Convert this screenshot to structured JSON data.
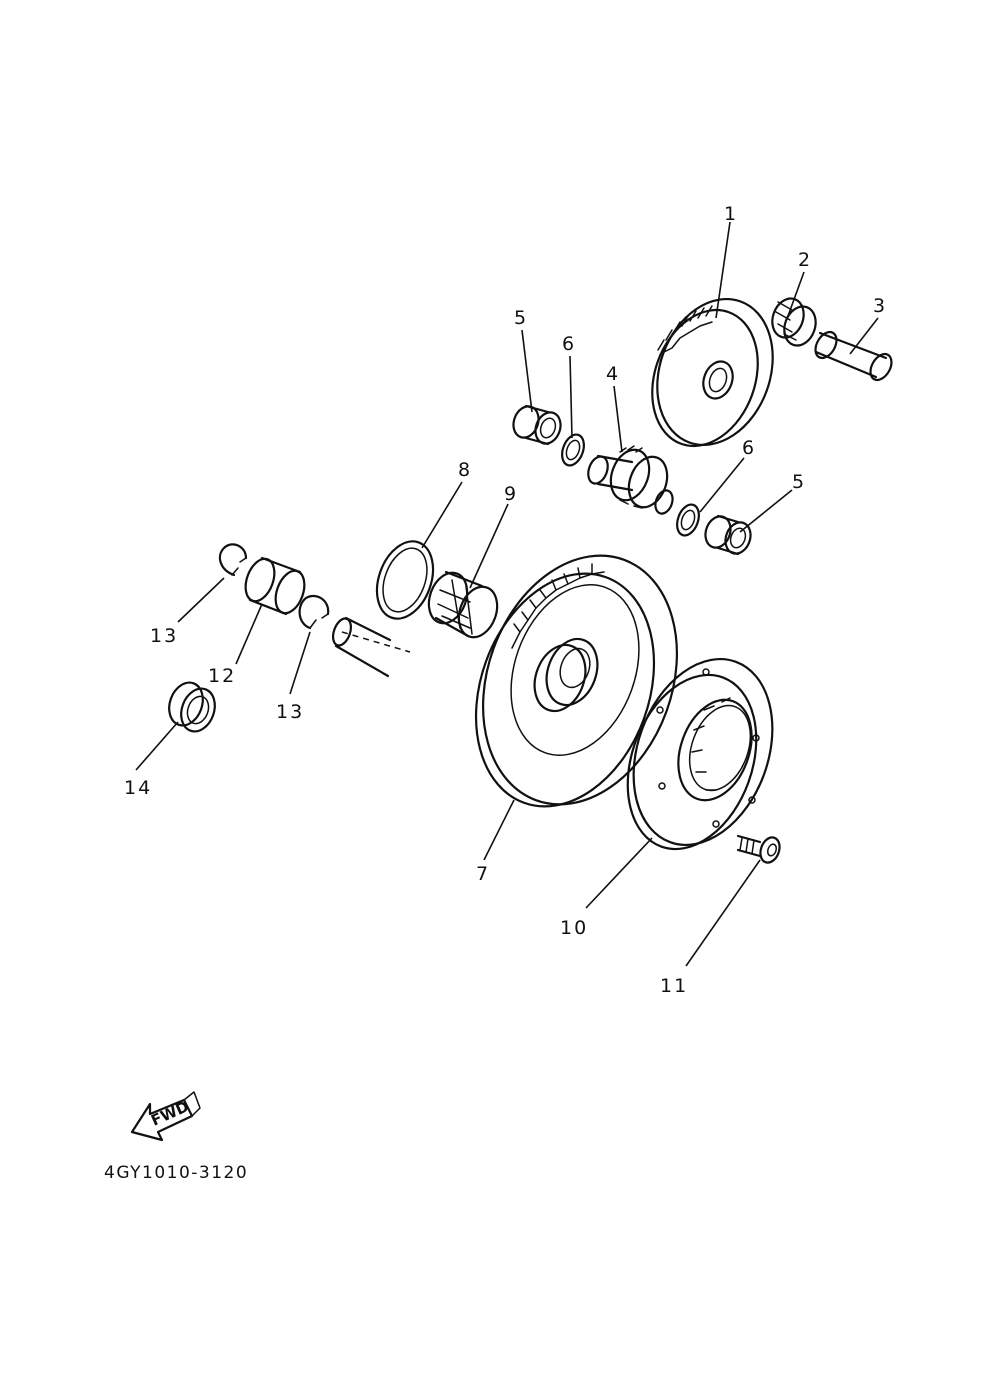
{
  "labels": {
    "p1": "1",
    "p2": "2",
    "p3": "3",
    "p4": "4",
    "p5a": "5",
    "p5b": "5",
    "p6a": "6",
    "p6b": "6",
    "p7": "7",
    "p8": "8",
    "p9": "9",
    "p10": "10",
    "p11": "11",
    "p12": "12",
    "p13a": "13",
    "p13b": "13",
    "p14": "14"
  },
  "fwd_text": "FWD",
  "diagram_code": "4GY1010-3120"
}
